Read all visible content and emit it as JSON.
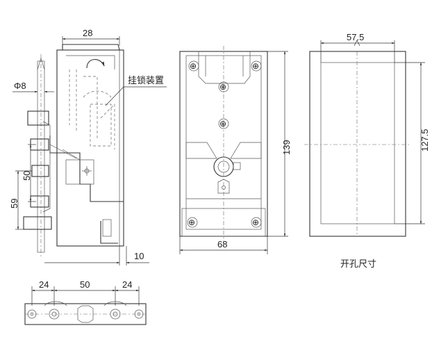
{
  "side_view": {
    "dim_width": "28",
    "dim_dia": "Φ8",
    "dim_50": "50",
    "dim_59": "59",
    "dim_10": "10",
    "callout_label": "挂锁装置"
  },
  "front_view": {
    "dim_height": "139",
    "dim_width": "68",
    "screw_mark": "⊕"
  },
  "cutout_view": {
    "dim_width": "57.5",
    "dim_height": "127.5",
    "caption": "开孔尺寸"
  },
  "bottom_view": {
    "dim_left": "24",
    "dim_mid": "50",
    "dim_right": "24"
  }
}
